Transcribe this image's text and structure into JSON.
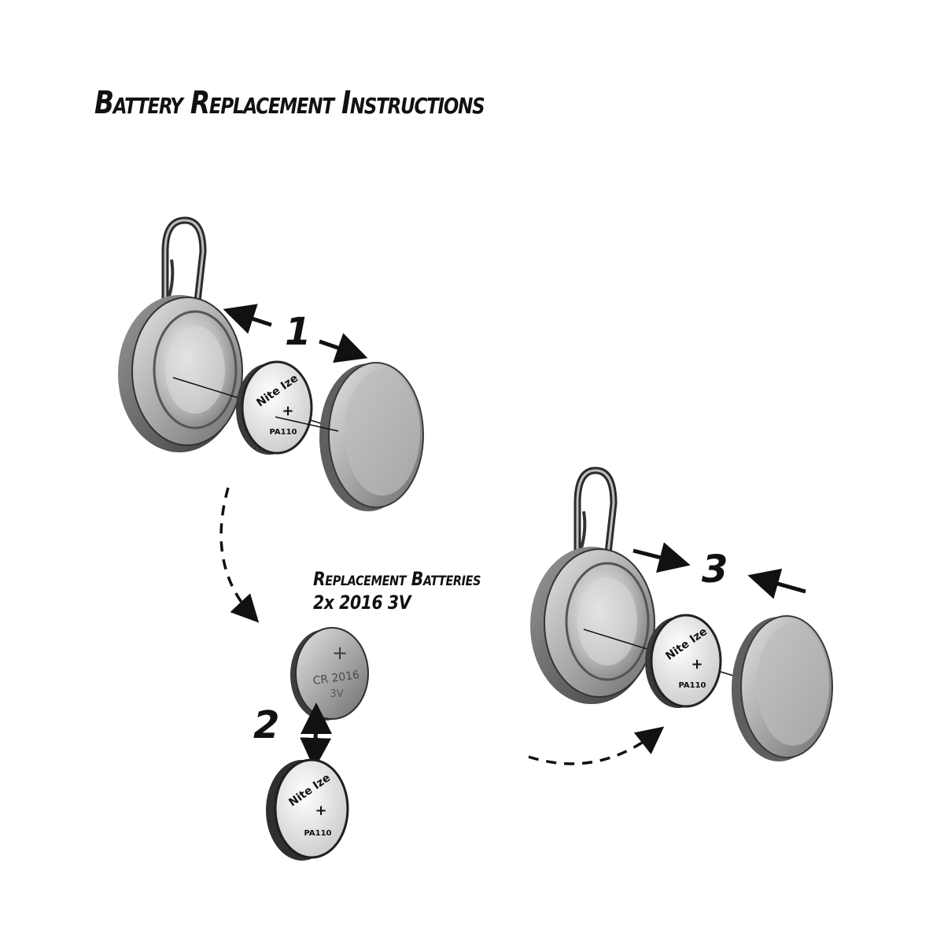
{
  "title": "Battery Replacement Instructions",
  "caption": {
    "line1": "Replacement Batteries",
    "line2": "2x 2016 3V"
  },
  "steps": [
    "1",
    "2",
    "3"
  ],
  "battery_labels": {
    "brand": "Nite Ize",
    "plus": "+",
    "part": "PA110"
  },
  "new_battery": {
    "plus": "+",
    "model": "CR 2016",
    "voltage": "3V"
  },
  "icons": {
    "carabiner": "carabiner-icon",
    "arrow": "arrow-icon",
    "curved_arrow": "dashed-curved-arrow-icon"
  }
}
